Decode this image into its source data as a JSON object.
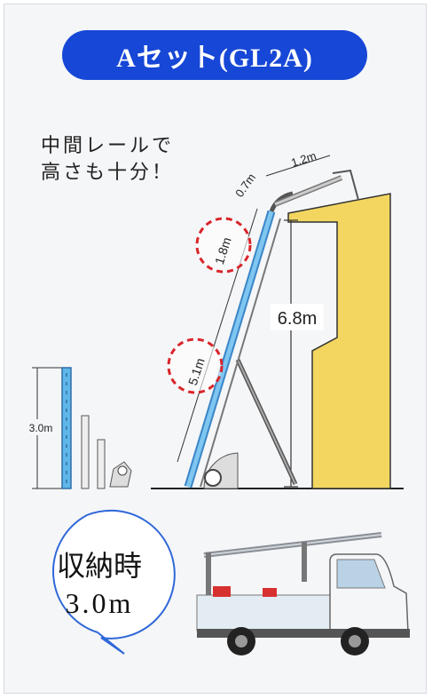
{
  "title": "Aセット(GL2A)",
  "note": [
    "中間レールで",
    "高さも十分！"
  ],
  "dimensions": {
    "upper_rail": "1.2m",
    "top_bend": "0.7m",
    "mid_rail": "1.8m",
    "lower_rail": "5.1m",
    "height": "6.8m",
    "stored_height": "3.0m"
  },
  "bubble": [
    "収納時",
    "3.0m"
  ],
  "colors": {
    "accent": "#1747d6",
    "building": "#f2d660",
    "ladder": "#5fb6e9",
    "dashed_circle": "#d9262b"
  }
}
